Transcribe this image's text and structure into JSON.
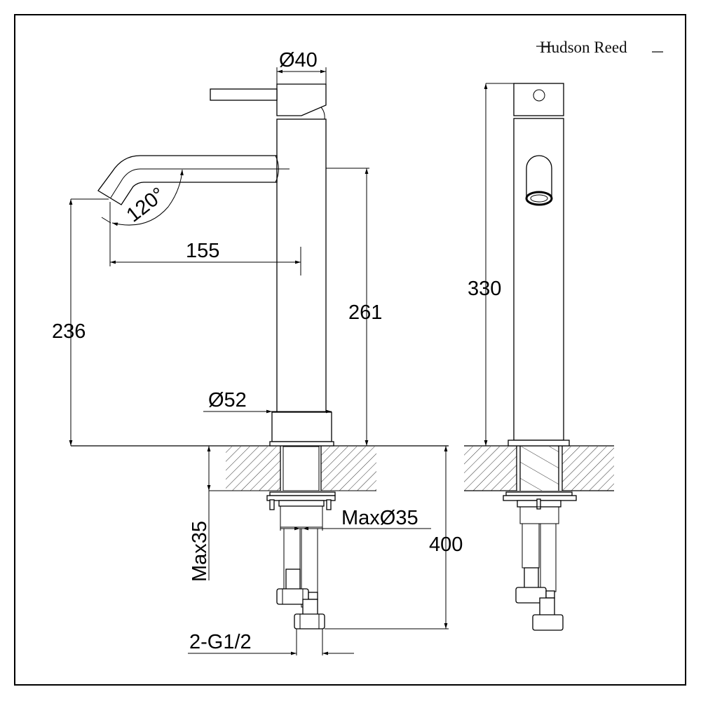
{
  "logo": {
    "text": "Hudson Reed"
  },
  "side_view": {
    "handle_diameter": "Ø40",
    "spout_angle": "120°",
    "spout_reach": "155",
    "spout_height": "236",
    "outlet_height": "261",
    "base_diameter": "Ø52",
    "max_hole_diameter": "MaxØ35",
    "max_deck_thickness": "Max35",
    "hose_length": "400",
    "connection": "2-G1/2"
  },
  "front_view": {
    "overall_height": "330"
  }
}
